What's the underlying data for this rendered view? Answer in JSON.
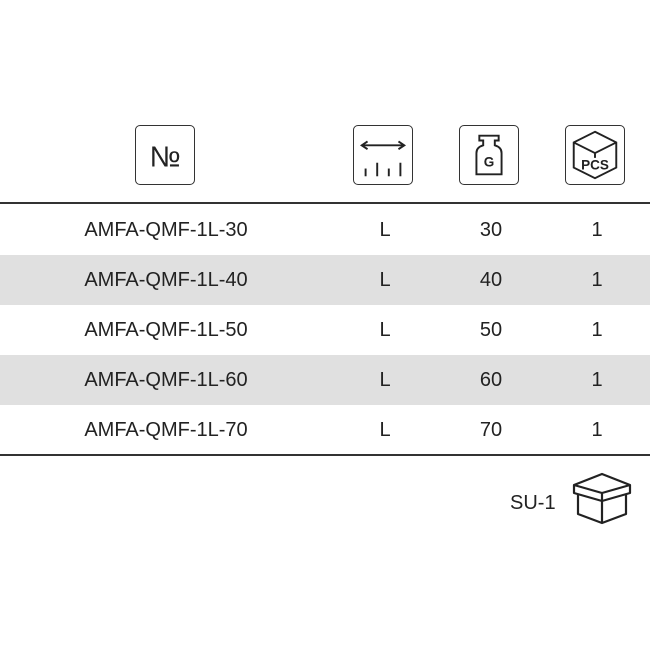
{
  "header_icons": [
    "number-sign-icon",
    "length-icon",
    "weight-g-icon",
    "pieces-pcs-icon"
  ],
  "rows": [
    {
      "part": "AMFA-QMF-1L-30",
      "size": "L",
      "weight": "30",
      "qty": "1"
    },
    {
      "part": "AMFA-QMF-1L-40",
      "size": "L",
      "weight": "40",
      "qty": "1"
    },
    {
      "part": "AMFA-QMF-1L-50",
      "size": "L",
      "weight": "50",
      "qty": "1"
    },
    {
      "part": "AMFA-QMF-1L-60",
      "size": "L",
      "weight": "60",
      "qty": "1"
    },
    {
      "part": "AMFA-QMF-1L-70",
      "size": "L",
      "weight": "70",
      "qty": "1"
    }
  ],
  "footer": {
    "pack_label": "SU-1"
  },
  "icon_text": {
    "number": "№",
    "weight": "G",
    "pieces": "PCS"
  },
  "colors": {
    "stripe": "#e0e0e0",
    "line": "#333333"
  }
}
